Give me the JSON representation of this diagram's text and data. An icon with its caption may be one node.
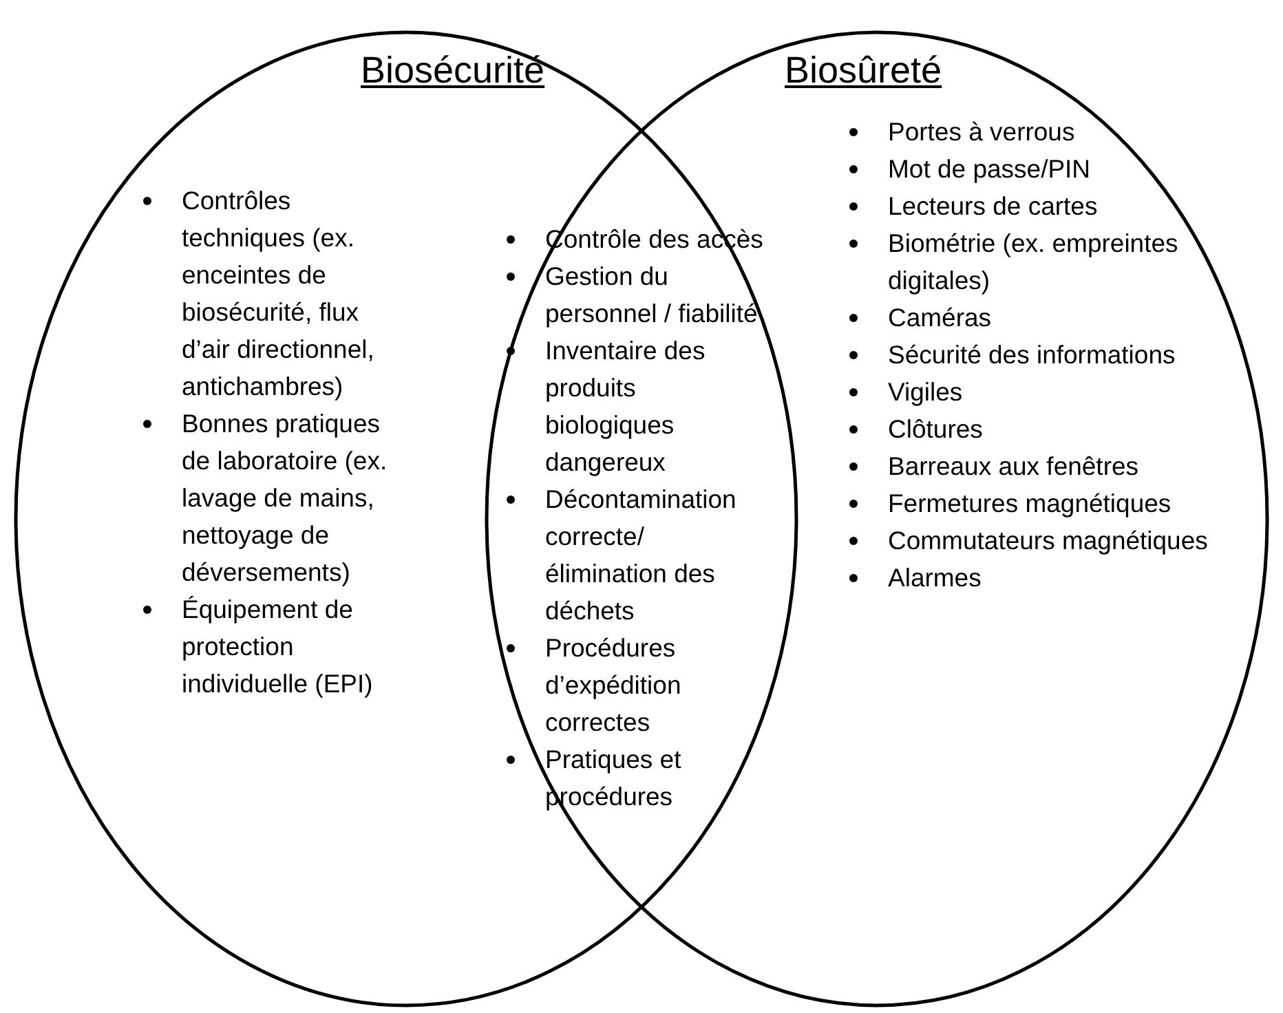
{
  "diagram": {
    "nodes": [
      {
        "text": [
          "Biosécurité",
          "Contrôles techniques (ex. enceintes de biosécurité, flux d’air directionnel, antichambres)",
          "Bonnes pratiques de laboratoire (ex. lavage de mains, nettoyage de déversements)",
          "Équipement de protection individuelle  (EPI)"
        ]
      },
      {
        "text": [
          "Biosûreté",
          "Portes à verrous",
          "Mot de passe/PIN",
          "Lecteurs de cartes",
          "Biométrie (ex. empreintes digitales)",
          "Caméras",
          "Sécurité des informations",
          "Vigiles",
          "Clôtures",
          "Barreaux aux fenêtres",
          "Fermetures magnétiques",
          "Commutateurs magnétiques",
          "Alarmes"
        ]
      },
      {
        "text": [
          "Contrôle des accès",
          "Gestion du personnel / fiabilité",
          "Inventaire des produits biologiques dangereux",
          "Décontamination correcte/ élimination des déchets",
          "Procédures d’expédition correctes",
          "Pratiques et procédures"
        ]
      }
    ],
    "edges": []
  }
}
